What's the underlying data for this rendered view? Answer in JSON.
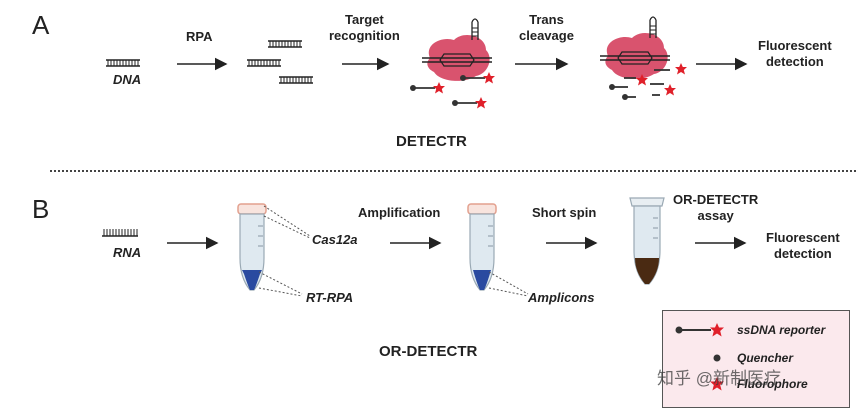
{
  "panel_a": {
    "letter": "A",
    "dna_label": "DNA",
    "rpa_label": "RPA",
    "target_recognition": [
      "Target",
      "recognition"
    ],
    "trans_cleavage": [
      "Trans",
      "cleavage"
    ],
    "fluorescent_detection": [
      "Fluorescent",
      "detection"
    ],
    "title": "DETECTR"
  },
  "panel_b": {
    "letter": "B",
    "rna_label": "RNA",
    "cas12a_label": "Cas12a",
    "rt_rpa_label": "RT-RPA",
    "amplification_label": "Amplification",
    "amplicons_label": "Amplicons",
    "short_spin_label": "Short spin",
    "or_detectr_assay": [
      "OR-DETECTR",
      "assay"
    ],
    "fluorescent_detection": [
      "Fluorescent",
      "detection"
    ],
    "title": "OR-DETECTR"
  },
  "legend": {
    "reporter": "ssDNA reporter",
    "quencher": "Quencher",
    "fluorophore": "Fluorophore"
  },
  "watermark": "知乎 @新制医疗",
  "colors": {
    "cas_pink": "#d9536e",
    "star_red": "#e0202a",
    "quencher": "#333333",
    "tube_blue": "#2a4aa0",
    "tube_brown": "#4a2a12",
    "legend_bg": "#fbe9ed"
  },
  "icons": [
    "dna-strand-icon",
    "arrow-icon",
    "cas12a-complex-icon",
    "reporter-icon",
    "tube-icon"
  ]
}
